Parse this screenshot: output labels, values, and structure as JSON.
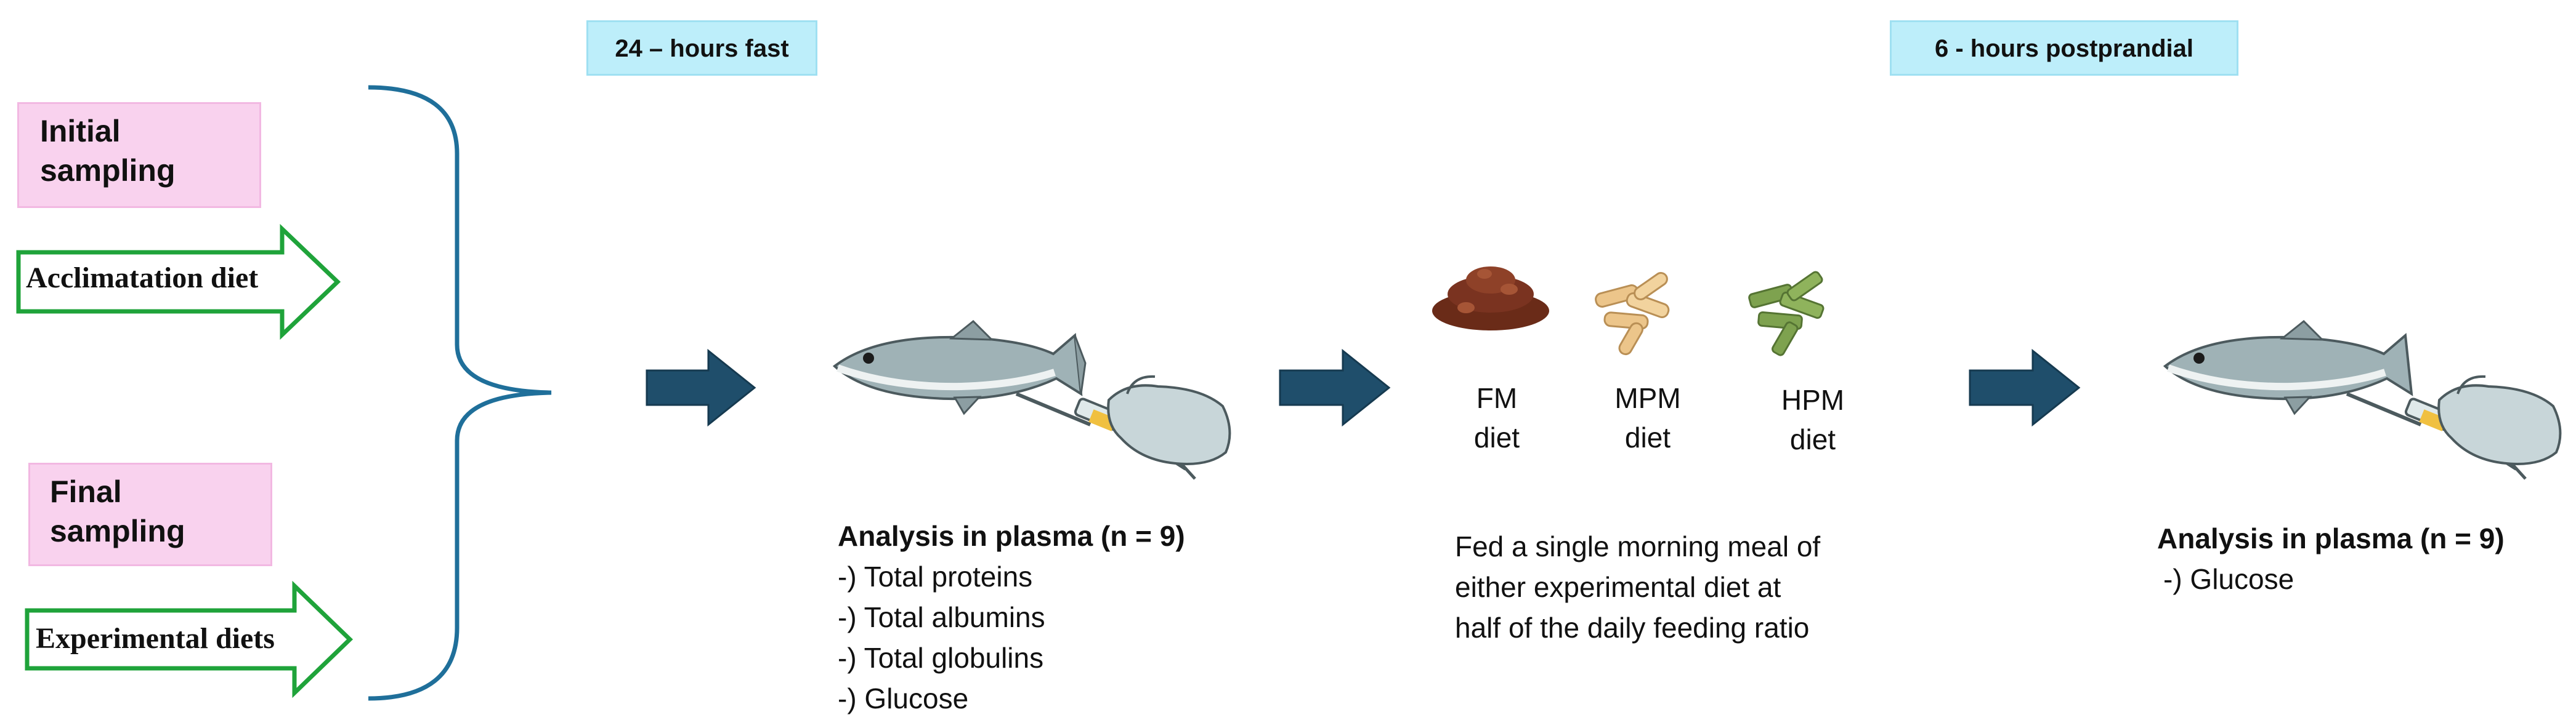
{
  "phases": {
    "fast_label": "24 – hours fast",
    "postprandial_label": "6 - hours postprandial"
  },
  "left": {
    "initial_sampling": [
      "Initial",
      "sampling"
    ],
    "acclimatation_diet": "Acclimatation diet",
    "final_sampling": [
      "Final",
      "sampling"
    ],
    "experimental_diets": "Experimental diets"
  },
  "analysis_1": {
    "title": "Analysis in plasma (n = 9)",
    "items": [
      "-) Total proteins",
      "-) Total albumins",
      "-) Total globulins",
      "-) Glucose"
    ]
  },
  "diets": [
    {
      "name": "FM",
      "suffix": "diet",
      "color": "#7a3320"
    },
    {
      "name": "MPM",
      "suffix": "diet",
      "color": "#ecc58a"
    },
    {
      "name": "HPM",
      "suffix": "diet",
      "color": "#7ea24f"
    }
  ],
  "feeding": {
    "lines": [
      "Fed a single morning meal of",
      "either experimental diet at",
      "half of the daily feeding ratio"
    ]
  },
  "analysis_2": {
    "title": "Analysis in plasma (n = 9)",
    "items": [
      "-) Glucose"
    ]
  },
  "colors": {
    "flow_arrow": "#1f4e6b",
    "outline_arrow": "#1fa33a",
    "brace": "#1f6f9a",
    "pink_box": "#f9d2ee",
    "cyan_box": "#bdeefa"
  }
}
